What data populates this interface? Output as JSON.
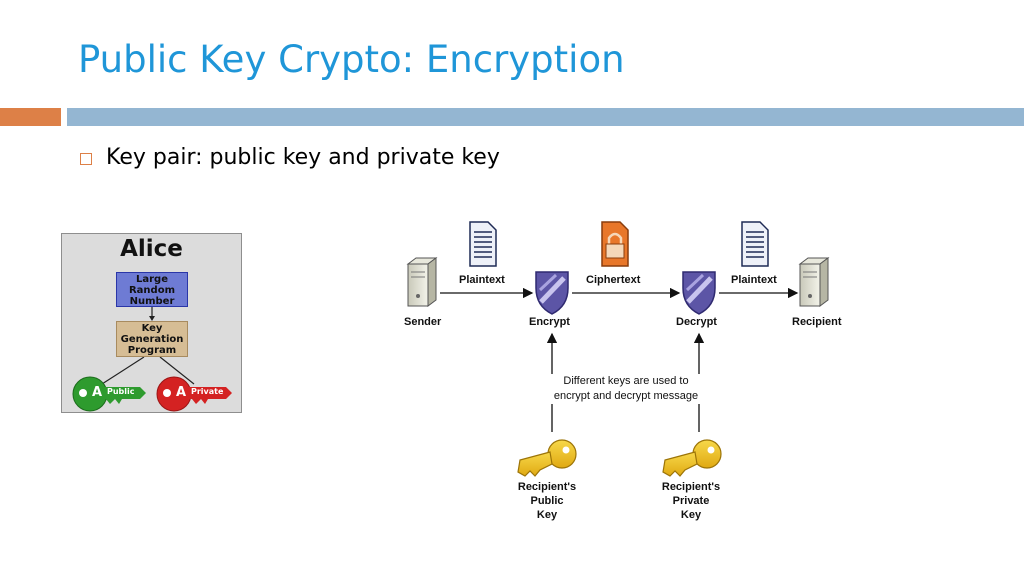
{
  "slide": {
    "title": "Public Key Crypto: Encryption",
    "bullet": "Key pair: public key and private key"
  },
  "alice_figure": {
    "name": "Alice",
    "random_box_lines": [
      "Large",
      "Random",
      "Number"
    ],
    "keygen_box_lines": [
      "Key",
      "Generation",
      "Program"
    ],
    "public_key_label": "Public",
    "private_key_label": "Private",
    "key_letter": "A"
  },
  "flow": {
    "nodes": [
      "Sender",
      "Encrypt",
      "Decrypt",
      "Recipient"
    ],
    "edge_labels": [
      "Plaintext",
      "Ciphertext",
      "Plaintext"
    ],
    "note_lines": [
      "Different keys are used to",
      "encrypt and decrypt message"
    ],
    "public_key_lines": [
      "Recipient's",
      "Public",
      "Key"
    ],
    "private_key_lines": [
      "Recipient's",
      "Private",
      "Key"
    ]
  },
  "colors": {
    "title": "#1f96d8",
    "accent_orange": "#dd8047",
    "accent_blue": "#94b6d2",
    "key_gold": "#f2c21b",
    "shield_purple": "#5c55a6"
  }
}
